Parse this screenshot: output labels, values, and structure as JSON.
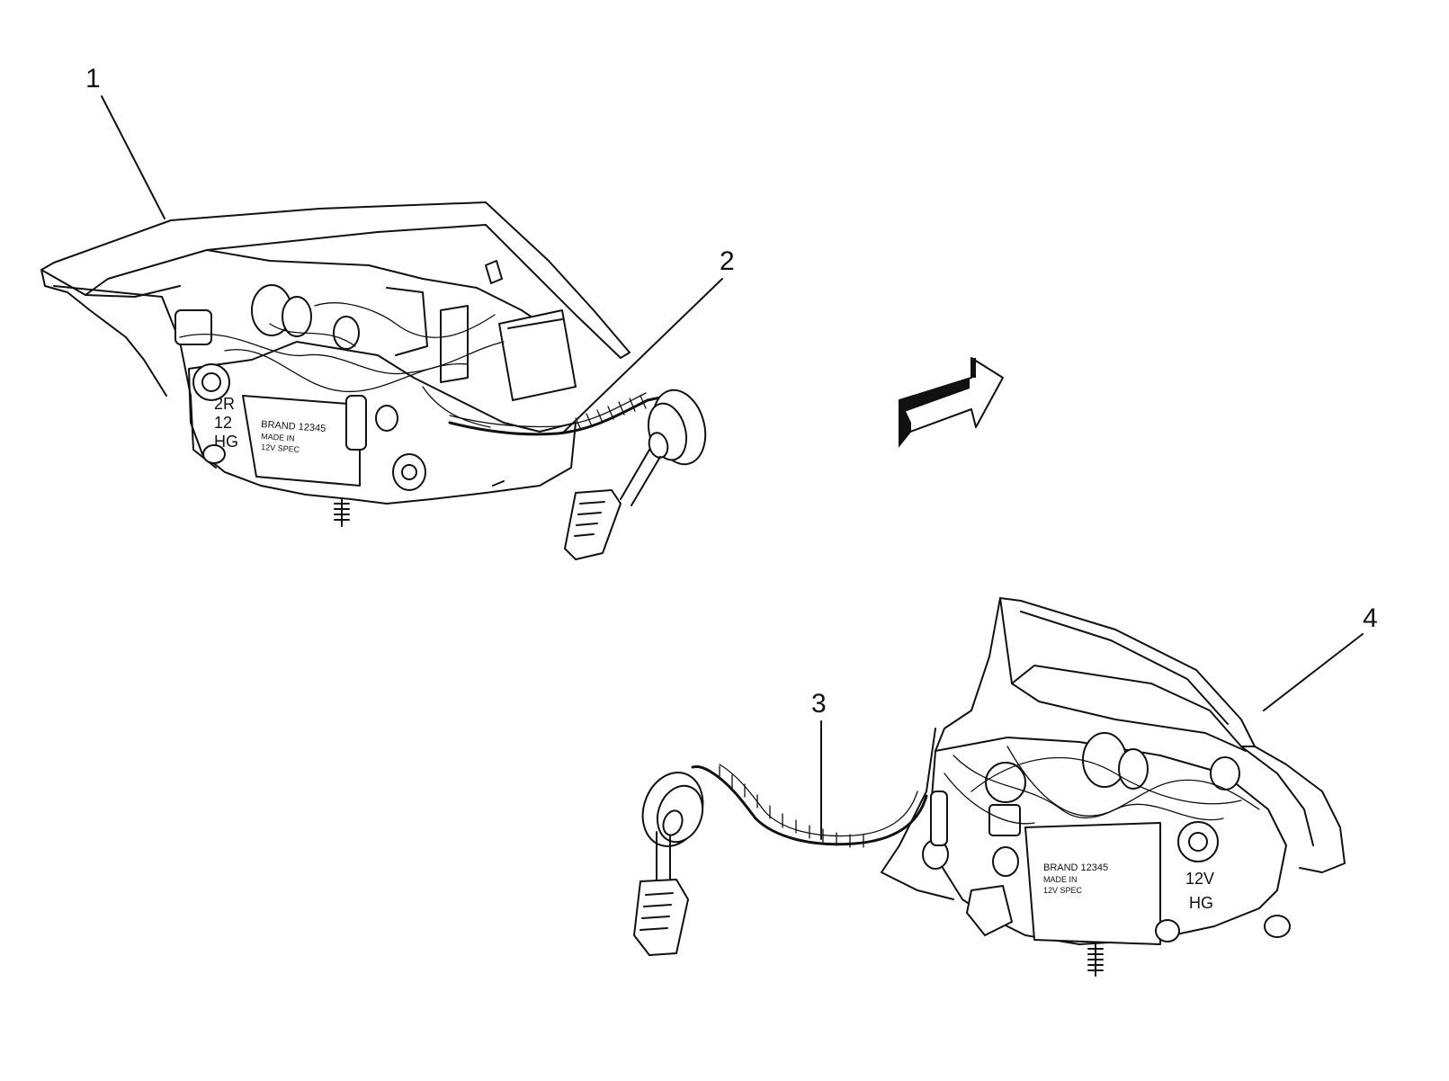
{
  "callouts": {
    "c1": "1",
    "c2": "2",
    "c3": "3",
    "c4": "4"
  },
  "left_lamp": {
    "housing_text": [
      "2R",
      "12",
      "HG"
    ],
    "label_text": [
      "12V"
    ]
  },
  "right_lamp": {
    "housing_text": [
      "12V",
      "HG"
    ]
  },
  "icons": {
    "arrow": "direction-arrow-icon"
  }
}
